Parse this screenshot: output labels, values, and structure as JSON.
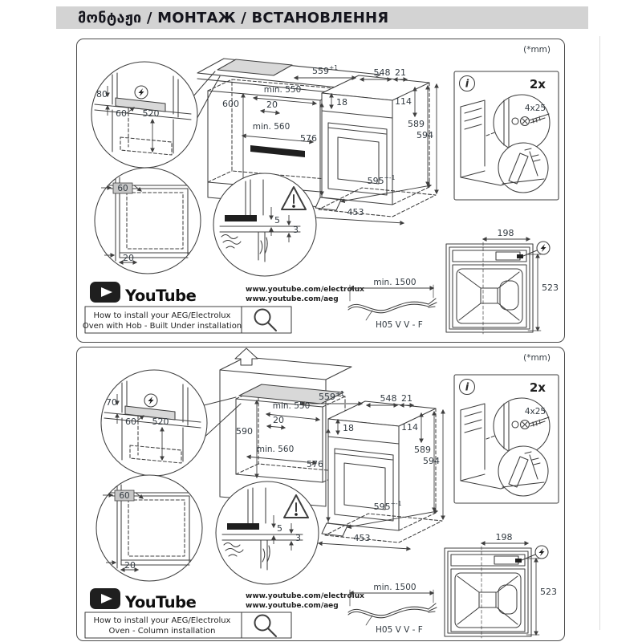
{
  "title": "მონტაჟი / МОНТАЖ / ВСТАНОВЛЕННЯ",
  "shared": {
    "units_note": "(*mm)",
    "info_symbol": "i",
    "screw_count": "2x",
    "screw_size": "4x25",
    "youtube_wordmark": "YouTube",
    "youtube_url_electrolux": "www.youtube.com/electrolux",
    "youtube_url_aeg": "www.youtube.com/aeg",
    "caption_line1": "How to install your AEG/Electrolux",
    "cable_min_length": "min. 1500",
    "cable_type": "H05 V V - F",
    "colors": {
      "line": "#3f3f3f",
      "text": "#333b42",
      "panel_fill_gray": "#d8d8d8",
      "highlight_gray": "#c6c6c6",
      "title_bar_bg": "#d3d3d3"
    }
  },
  "panel_top": {
    "caption_line2": "Oven with Hob - Built Under installation",
    "dims": {
      "niche_top": "80",
      "niche_band": "60",
      "niche_drop": "520",
      "cab_height": "600",
      "cab_width_min": "min. 550",
      "cab_side_gap": "20",
      "cab_depth_min": "min. 560",
      "oven_top_w": "559",
      "oven_top_w_tol": "+1",
      "oven_top_d": "548",
      "oven_back_gap": "21",
      "oven_top_inset": "18",
      "oven_panel_h": "114",
      "niche_h_a": "589",
      "niche_h_b": "594",
      "oven_body_h": "576",
      "oven_front_w": "595",
      "oven_front_w_tol": "+-1",
      "oven_depth": "453",
      "corner_side": "60",
      "corner_bottom": "20",
      "gap_upper": "5",
      "gap_lower": "3",
      "back_w": "198",
      "back_h": "523"
    }
  },
  "panel_bottom": {
    "caption_line2": "Oven - Column installation",
    "dims": {
      "niche_top": "70",
      "niche_band": "60",
      "niche_drop": "520",
      "cab_height": "590",
      "cab_width_min": "min. 550",
      "cab_side_gap": "20",
      "cab_depth_min": "min. 560",
      "oven_top_w": "559",
      "oven_top_w_tol": "+1",
      "oven_top_d": "548",
      "oven_back_gap": "21",
      "oven_top_inset": "18",
      "oven_panel_h": "114",
      "niche_h_a": "589",
      "niche_h_b": "594",
      "oven_body_h": "576",
      "oven_front_w": "595",
      "oven_front_w_tol": "+-1",
      "oven_depth": "453",
      "corner_side": "60",
      "corner_bottom": "20",
      "gap_upper": "5",
      "gap_lower": "3",
      "back_w": "198",
      "back_h": "523"
    }
  }
}
